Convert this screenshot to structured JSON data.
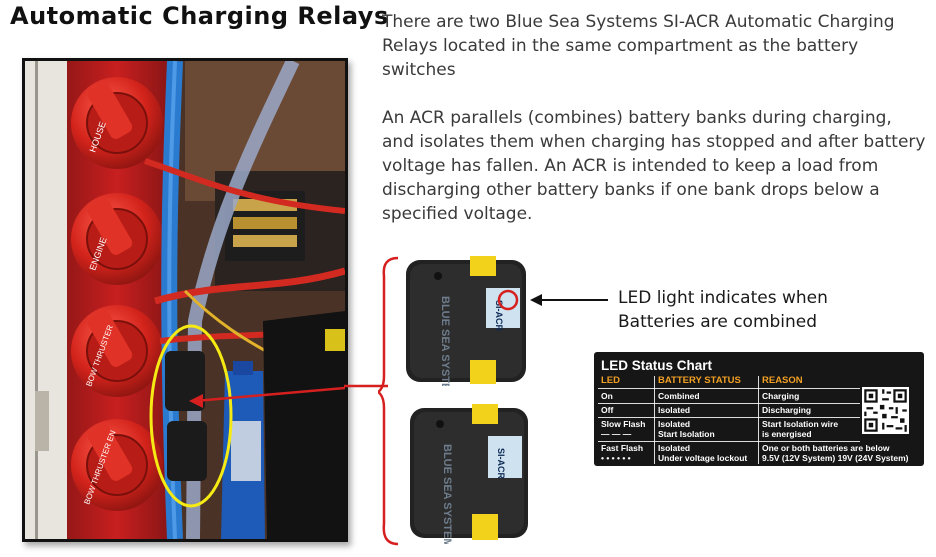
{
  "title": "Automatic Charging Relays",
  "paragraphs": [
    "There are two Blue Sea Systems SI-ACR Automatic Charging Relays located in the same compartment as the battery switches",
    "An ACR parallels (combines) battery banks during charging, and isolates them when charging has stopped and after battery voltage has fallen. An ACR is intended to keep a load from discharging other battery banks if one bank drops below a specified voltage."
  ],
  "callout": {
    "line1": "LED light indicates when",
    "line2": "Batteries are combined"
  },
  "photo": {
    "switch_labels": [
      "HOUSE",
      "ENGINE",
      "BOW THRUSTER",
      "BOW THRUSTER EN"
    ]
  },
  "device": {
    "brand": "BLUE SEA SYSTEMS",
    "model": "SI-ACR"
  },
  "led_chart": {
    "title": "LED Status Chart",
    "headers": [
      "LED",
      "BATTERY STATUS",
      "REASON"
    ],
    "rows": [
      {
        "led": "On",
        "led2": "",
        "status": "Combined",
        "status2": "",
        "reason": "Charging",
        "reason2": ""
      },
      {
        "led": "Off",
        "led2": "",
        "status": "Isolated",
        "status2": "",
        "reason": "Discharging",
        "reason2": ""
      },
      {
        "led": "Slow Flash",
        "led2": "— — —",
        "status": "Isolated",
        "status2": "Start Isolation",
        "reason": "Start Isolation wire",
        "reason2": "is energised"
      },
      {
        "led": "Fast Flash",
        "led2": "• • • • • •",
        "status": "Isolated",
        "status2": "Under voltage lockout",
        "reason": "One or both batteries are below",
        "reason2": "9.5V (12V System)  19V (24V System)"
      }
    ]
  },
  "colors": {
    "annotation_red": "#d61f1f",
    "highlight_yellow": "#f5ea14",
    "chart_header_orange": "#f2a024",
    "device_yellow": "#f2d21b"
  }
}
